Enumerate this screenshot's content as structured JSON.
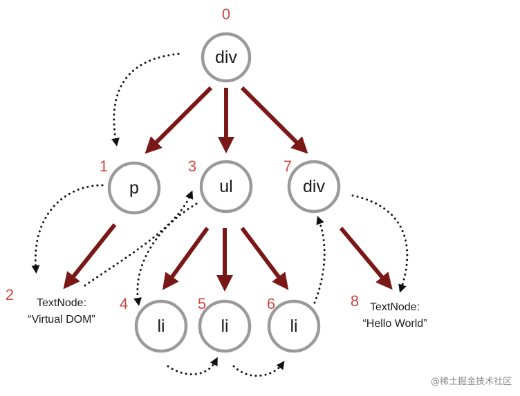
{
  "nodes": [
    {
      "index": "0",
      "label": "div"
    },
    {
      "index": "1",
      "label": "p"
    },
    {
      "index": "3",
      "label": "ul"
    },
    {
      "index": "7",
      "label": "div"
    },
    {
      "index": "4",
      "label": "li"
    },
    {
      "index": "5",
      "label": "li"
    },
    {
      "index": "6",
      "label": "li"
    }
  ],
  "text_nodes": [
    {
      "index": "2",
      "line1": "TextNode:",
      "line2": "“Virtual DOM”"
    },
    {
      "index": "8",
      "line1": "TextNode:",
      "line2": "“Hello World”"
    }
  ],
  "watermark": "@稀土掘金技术社区",
  "colors": {
    "edge": "#7a1717",
    "index": "#d0453f",
    "circle_stroke": "#9a9a9a",
    "traversal": "#111111"
  }
}
